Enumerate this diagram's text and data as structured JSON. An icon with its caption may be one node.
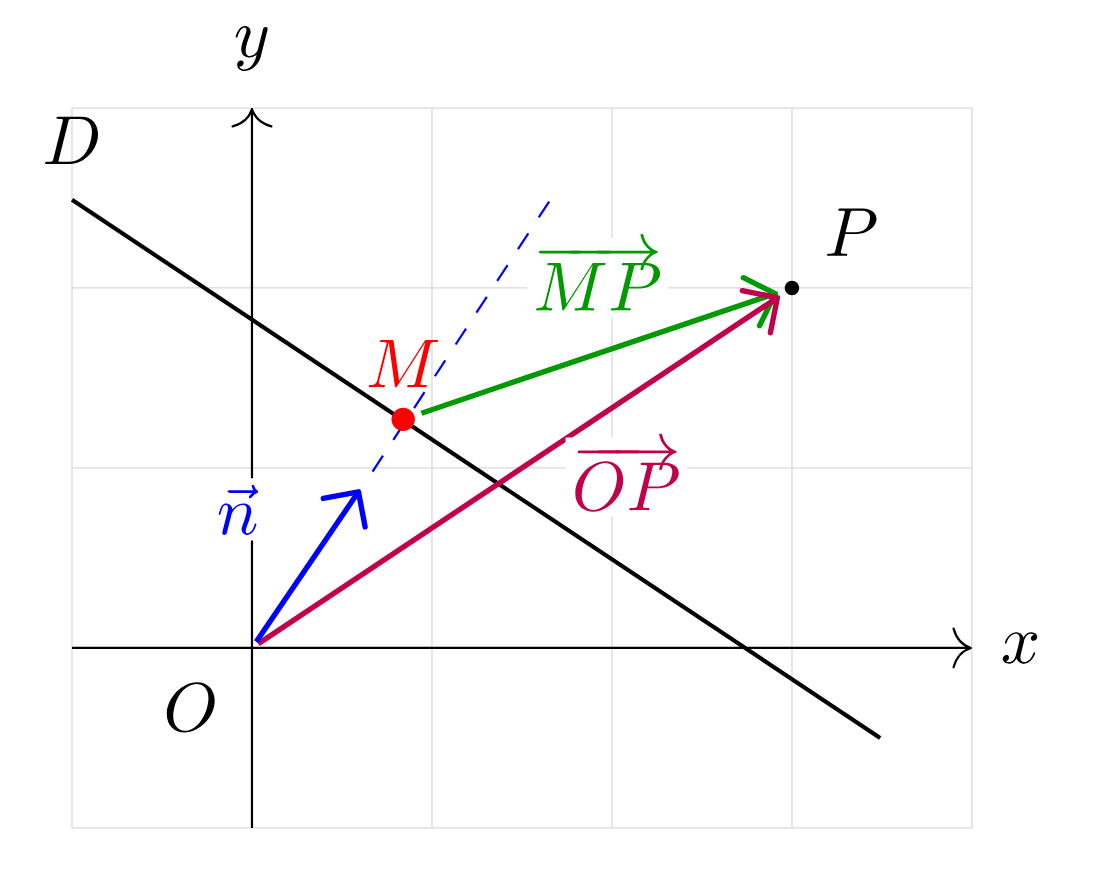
{
  "diagram": {
    "nodes": [
      {
        "text": [],
        "shape": "dot",
        "beside": [
          "P"
        ]
      },
      {
        "text": [],
        "shape": "dot",
        "beside": [
          "M"
        ]
      },
      {
        "text": [],
        "shape": "point",
        "beside": [
          "O"
        ]
      }
    ],
    "edges": [
      {
        "from": 1,
        "to": 0,
        "arrow": "to",
        "color": "#009900",
        "label": "\\overrightarrow{MP}"
      },
      {
        "from": 2,
        "to": 0,
        "arrow": "to",
        "color": "#c0004a",
        "label": "\\overrightarrow{OP}"
      },
      {
        "from": 2,
        "to": null,
        "arrow": "to",
        "color": "#0000ff",
        "label": "\\vec{n}"
      }
    ],
    "labels": [
      "y",
      "D",
      "x"
    ]
  }
}
